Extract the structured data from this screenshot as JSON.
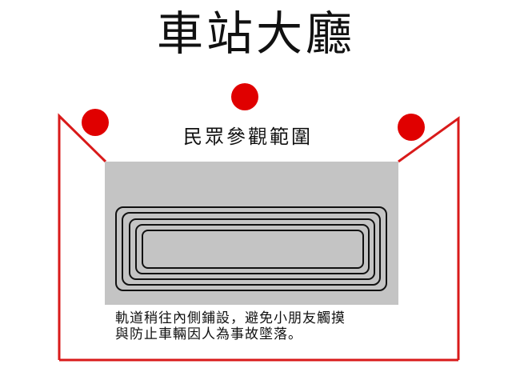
{
  "title": "車站大廳",
  "viewing_area_label": "民眾參觀範圍",
  "note": {
    "line1": "軌道稍往內側鋪設，避免小朋友觸摸",
    "line2": "與防止車輛因人為事故墜落。"
  },
  "colors": {
    "boundary": "#d91a1a",
    "light": "#e00000",
    "platform": "#c4c4c4",
    "track": "#111111",
    "text": "#111111",
    "background": "#ffffff"
  },
  "icons": {
    "lights": "red-circle"
  }
}
